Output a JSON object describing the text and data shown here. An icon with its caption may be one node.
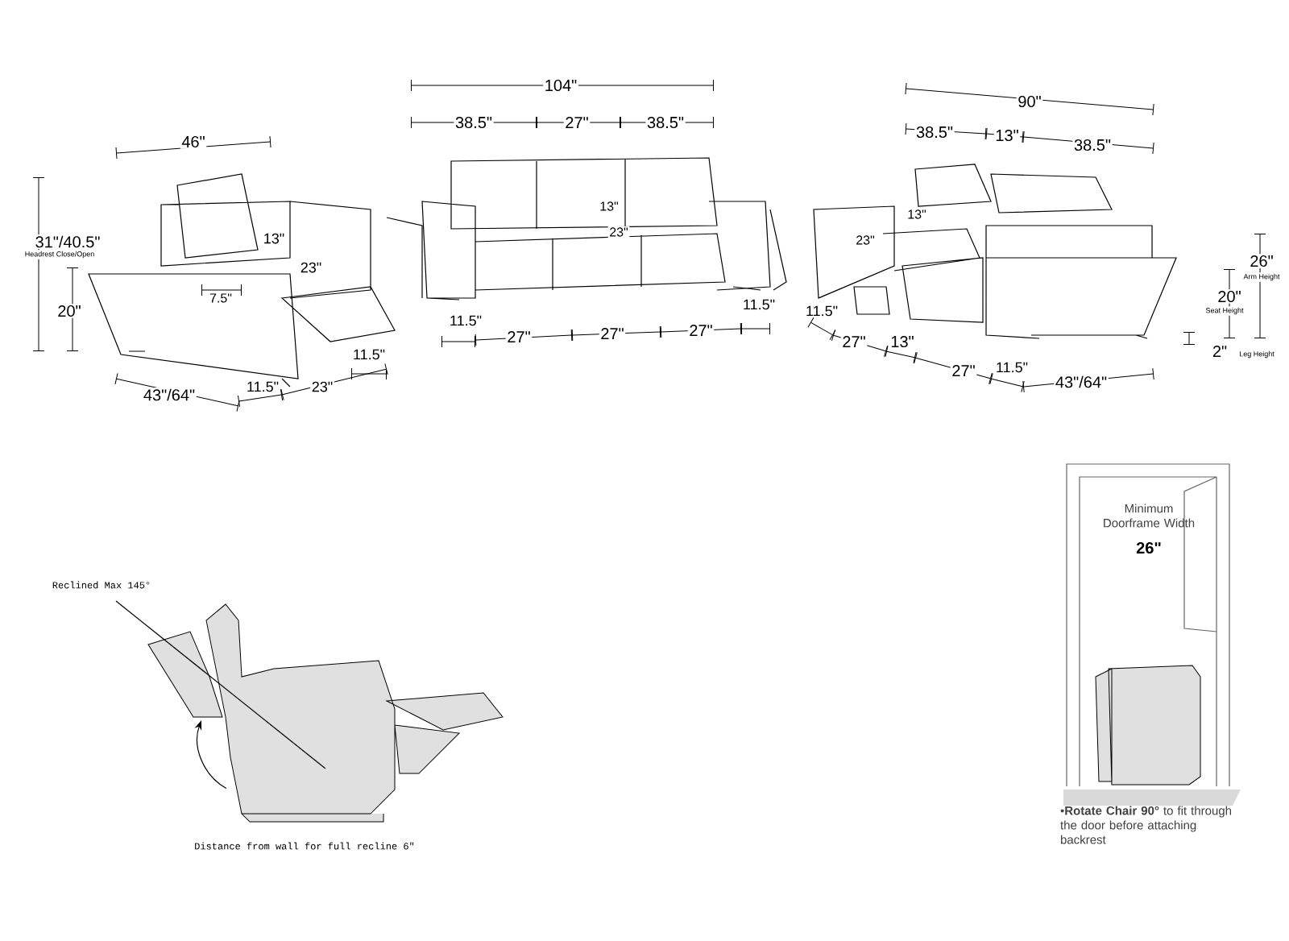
{
  "diagram": {
    "labels": [
      "46\"",
      "31\"/40.5\"",
      "Headrest Close/Open",
      "13\"",
      "23\"",
      "7.5\"",
      "20\"",
      "11.5\"",
      "43\"/64\"",
      "11.5\"",
      "23\"",
      "104\"",
      "38.5\"",
      "27\"",
      "38.5\"",
      "13\"",
      "23\"",
      "11.5\"",
      "27\"",
      "27\"",
      "27\"",
      "11.5\"",
      "90\"",
      "38.5\"",
      "13\"",
      "38.5\"",
      "13\"",
      "23\"",
      "11.5\"",
      "27\"",
      "13\"",
      "27\"",
      "11.5\"",
      "43\"/64\"",
      "26\"",
      "Arm Height",
      "20\"",
      "Seat Height",
      "2\"",
      "Leg Height",
      "Reclined Max 145°",
      "Distance from wall for full recline 6\"",
      "Minimum Doorframe Width",
      "26\"",
      "•**Rotate Chair 90°** to fit through the door before attaching backrest"
    ]
  }
}
